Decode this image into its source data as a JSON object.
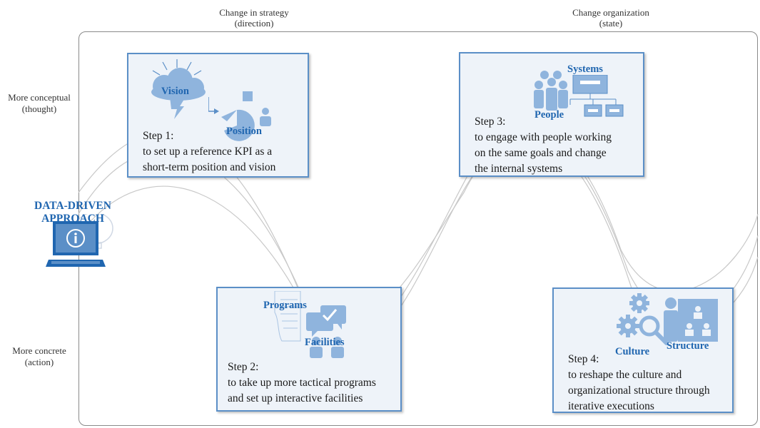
{
  "columns": {
    "strategy": {
      "line1": "Change in strategy",
      "line2": "(direction)"
    },
    "organization": {
      "line1": "Change organization",
      "line2": "(state)"
    }
  },
  "rows": {
    "conceptual": {
      "line1": "More conceptual",
      "line2": "(thought)"
    },
    "concrete": {
      "line1": "More concrete",
      "line2": "(action)"
    }
  },
  "approach": {
    "line1": "DATA-DRIVEN",
    "line2": "APPROACH"
  },
  "steps": [
    {
      "title": "Step 1:",
      "lines": [
        "to set up a reference KPI as a",
        "short-term position and vision"
      ],
      "labels": [
        "Vision",
        "Position"
      ]
    },
    {
      "title": "Step 2:",
      "lines": [
        "to take up more tactical programs",
        "and set up interactive facilities"
      ],
      "labels": [
        "Programs",
        "Facilities"
      ]
    },
    {
      "title": "Step 3:",
      "lines": [
        "to engage with people working",
        "on the same goals and change",
        "the internal systems"
      ],
      "labels": [
        "Systems",
        "People"
      ]
    },
    {
      "title": "Step 4:",
      "lines": [
        "to reshape the culture and",
        "organizational structure through",
        "iterative executions"
      ],
      "labels": [
        "Culture",
        "Structure"
      ]
    }
  ],
  "colors": {
    "accent": "#2066b0",
    "icon": "#8fb4dd",
    "border": "#5b8fc7",
    "card": "#eef3f9"
  },
  "icons": [
    "lightbulb-cloud-icon",
    "pie-chart-icon",
    "person-icon",
    "speech-bubbles-icon",
    "document-icon",
    "people-group-icon",
    "org-chart-icon",
    "gears-icon",
    "magnifier-icon",
    "presentation-board-icon",
    "laptop-info-icon"
  ]
}
